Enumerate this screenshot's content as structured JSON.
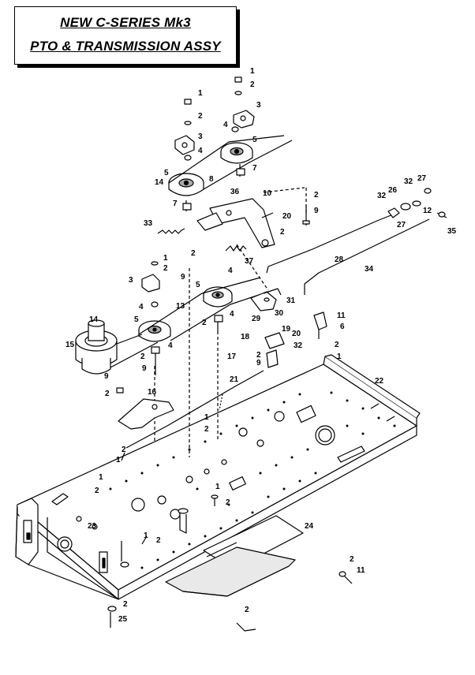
{
  "title": {
    "line1": "NEW C-SERIES Mk3",
    "line2": "PTO & TRANSMISSION  ASSY"
  },
  "callouts": [
    {
      "id": "c1",
      "text": "1"
    },
    {
      "id": "c2",
      "text": "2"
    },
    {
      "id": "c3",
      "text": "3"
    },
    {
      "id": "c4",
      "text": "4"
    },
    {
      "id": "c5",
      "text": "5"
    },
    {
      "id": "c6",
      "text": "14"
    },
    {
      "id": "c7",
      "text": "7"
    },
    {
      "id": "c8",
      "text": "33"
    },
    {
      "id": "c9",
      "text": "1"
    },
    {
      "id": "c10",
      "text": "2"
    },
    {
      "id": "c11",
      "text": "3"
    },
    {
      "id": "c12",
      "text": "4"
    },
    {
      "id": "c13",
      "text": "5"
    },
    {
      "id": "c14",
      "text": "7"
    },
    {
      "id": "c15",
      "text": "8"
    },
    {
      "id": "c16",
      "text": "36"
    },
    {
      "id": "c17",
      "text": "10"
    },
    {
      "id": "c18",
      "text": "2"
    },
    {
      "id": "c19",
      "text": "9"
    },
    {
      "id": "c20",
      "text": "20"
    },
    {
      "id": "c21",
      "text": "2"
    },
    {
      "id": "c22",
      "text": "37"
    },
    {
      "id": "c23",
      "text": "2"
    },
    {
      "id": "c24",
      "text": "9"
    },
    {
      "id": "c25",
      "text": "4"
    },
    {
      "id": "c26",
      "text": "28"
    },
    {
      "id": "c27",
      "text": "27"
    },
    {
      "id": "c28",
      "text": "32"
    },
    {
      "id": "c29",
      "text": "32"
    },
    {
      "id": "c30",
      "text": "26"
    },
    {
      "id": "c31",
      "text": "12"
    },
    {
      "id": "c32",
      "text": "27"
    },
    {
      "id": "c33",
      "text": "35"
    },
    {
      "id": "c34",
      "text": "34"
    },
    {
      "id": "c35",
      "text": "1"
    },
    {
      "id": "c36",
      "text": "2"
    },
    {
      "id": "c37",
      "text": "3"
    },
    {
      "id": "c38",
      "text": "4"
    },
    {
      "id": "c39",
      "text": "13"
    },
    {
      "id": "c40",
      "text": "5"
    },
    {
      "id": "c41",
      "text": "2"
    },
    {
      "id": "c42",
      "text": "4"
    },
    {
      "id": "c43",
      "text": "5"
    },
    {
      "id": "c44",
      "text": "31"
    },
    {
      "id": "c45",
      "text": "29"
    },
    {
      "id": "c46",
      "text": "30"
    },
    {
      "id": "c47",
      "text": "11"
    },
    {
      "id": "c48",
      "text": "6"
    },
    {
      "id": "c49",
      "text": "2"
    },
    {
      "id": "c50",
      "text": "1"
    },
    {
      "id": "c51",
      "text": "14"
    },
    {
      "id": "c52",
      "text": "15"
    },
    {
      "id": "c53",
      "text": "4"
    },
    {
      "id": "c54",
      "text": "2"
    },
    {
      "id": "c55",
      "text": "9"
    },
    {
      "id": "c56",
      "text": "18"
    },
    {
      "id": "c57",
      "text": "19"
    },
    {
      "id": "c58",
      "text": "20"
    },
    {
      "id": "c59",
      "text": "32"
    },
    {
      "id": "c60",
      "text": "17"
    },
    {
      "id": "c61",
      "text": "2"
    },
    {
      "id": "c62",
      "text": "9"
    },
    {
      "id": "c63",
      "text": "9"
    },
    {
      "id": "c64",
      "text": "2"
    },
    {
      "id": "c65",
      "text": "16"
    },
    {
      "id": "c66",
      "text": "21"
    },
    {
      "id": "c67",
      "text": "22"
    },
    {
      "id": "c68",
      "text": "1"
    },
    {
      "id": "c69",
      "text": "2"
    },
    {
      "id": "c70",
      "text": "2"
    },
    {
      "id": "c71",
      "text": "1"
    },
    {
      "id": "c72",
      "text": "1"
    },
    {
      "id": "c73",
      "text": "2"
    },
    {
      "id": "c74",
      "text": "1"
    },
    {
      "id": "c75",
      "text": "2"
    },
    {
      "id": "c76",
      "text": "23"
    },
    {
      "id": "c77",
      "text": "1"
    },
    {
      "id": "c78",
      "text": "2"
    },
    {
      "id": "c79",
      "text": "24"
    },
    {
      "id": "c80",
      "text": "2"
    },
    {
      "id": "c81",
      "text": "11"
    },
    {
      "id": "c82",
      "text": "2"
    },
    {
      "id": "c83",
      "text": "25"
    },
    {
      "id": "c84",
      "text": "2"
    }
  ],
  "colors": {
    "line": "#000000",
    "fill": "#ffffff",
    "shade": "#bdbdbd"
  }
}
